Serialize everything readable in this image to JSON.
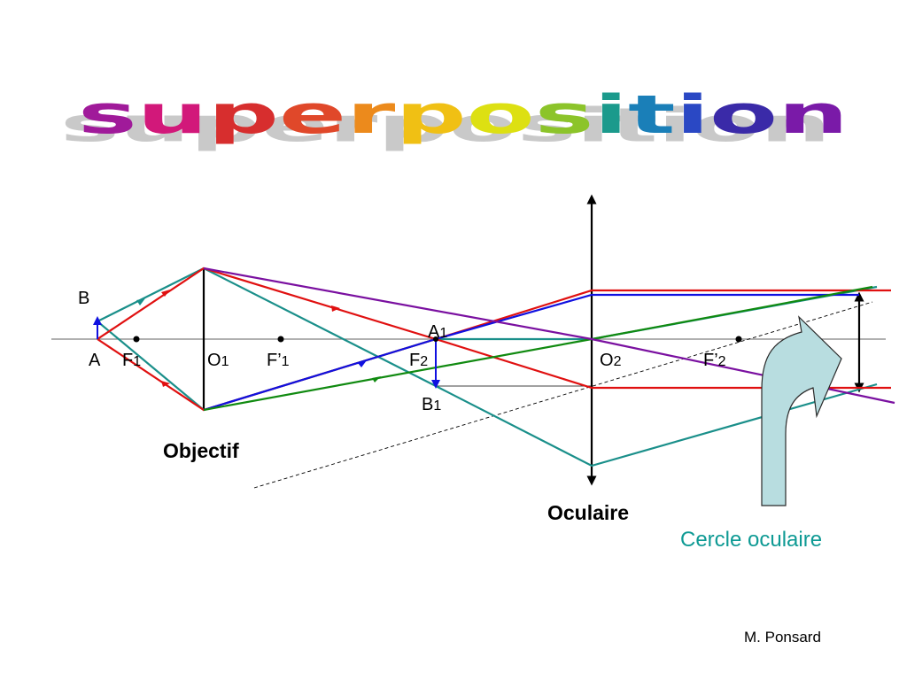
{
  "title": {
    "letters": [
      "s",
      "u",
      "p",
      "e",
      "r",
      "p",
      "o",
      "s",
      "i",
      "t",
      "i",
      "o",
      "n"
    ],
    "colors": [
      "#a01a9a",
      "#d2187a",
      "#d72e2e",
      "#e0482a",
      "#ec8a1c",
      "#f0c014",
      "#dde012",
      "#8cc42a",
      "#1b9a8c",
      "#1a7fb8",
      "#2a48c4",
      "#3a2aa8",
      "#7a1aa8"
    ],
    "shadow_color": "#c9c9c9"
  },
  "labels": {
    "B": "B",
    "A": "A",
    "F1_main": "F",
    "F1_sub": "1",
    "O1_main": "O",
    "O1_sub": "1",
    "Fp1_main": "F’",
    "Fp1_sub": "1",
    "A1_main": "A",
    "A1_sub": "1",
    "F2_main": "F",
    "F2_sub": "2",
    "B1_main": "B",
    "B1_sub": "1",
    "O2_main": "O",
    "O2_sub": "2",
    "Fp2_main": "F’",
    "Fp2_sub": "2",
    "objectif": "Objectif",
    "oculaire": "Oculaire",
    "cercle_oculaire": "Cercle oculaire",
    "credit": "M. Ponsard"
  },
  "colors": {
    "red": "#e01010",
    "teal": "#1a8f8a",
    "blue": "#1010e0",
    "green": "#108a10",
    "purple": "#7a10a0",
    "axis": "#808080",
    "arrow_fill": "#b8dde0",
    "cercle_text": "#0e9a94"
  }
}
